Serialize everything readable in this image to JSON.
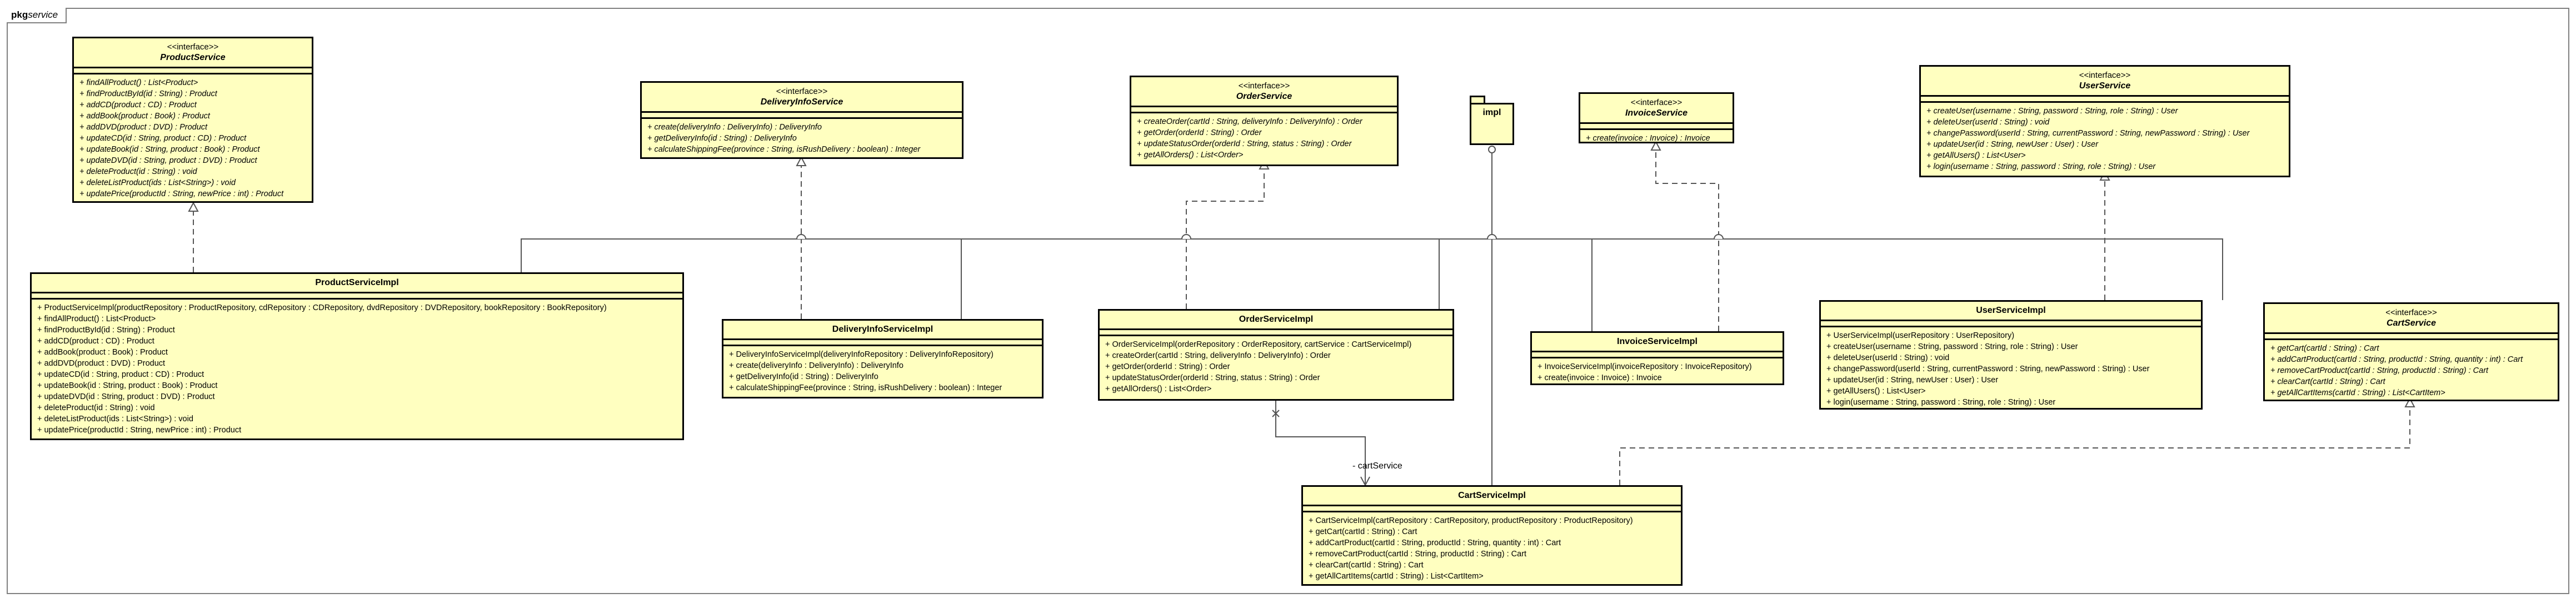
{
  "frame": {
    "keyword": "pkg",
    "name": "service"
  },
  "impl_package": {
    "label": "impl"
  },
  "interfaces": {
    "product_service": {
      "stereotype": "<<interface>>",
      "name": "ProductService",
      "operations": [
        "+ findAllProduct() : List<Product>",
        "+ findProductById(id : String) : Product",
        "+ addCD(product : CD) : Product",
        "+ addBook(product : Book) : Product",
        "+ addDVD(product : DVD) : Product",
        "+ updateCD(id : String, product : CD) : Product",
        "+ updateBook(id : String, product : Book) : Product",
        "+ updateDVD(id : String, product : DVD) : Product",
        "+ deleteProduct(id : String) : void",
        "+ deleteListProduct(ids : List<String>) : void",
        "+ updatePrice(productId : String, newPrice : int) : Product"
      ]
    },
    "delivery_info_service": {
      "stereotype": "<<interface>>",
      "name": "DeliveryInfoService",
      "operations": [
        "+ create(deliveryInfo : DeliveryInfo) : DeliveryInfo",
        "+ getDeliveryInfo(id : String) : DeliveryInfo",
        "+ calculateShippingFee(province : String, isRushDelivery : boolean) : Integer"
      ]
    },
    "order_service": {
      "stereotype": "<<interface>>",
      "name": "OrderService",
      "operations": [
        "+ createOrder(cartId : String, deliveryInfo : DeliveryInfo) : Order",
        "+ getOrder(orderId : String) : Order",
        "+ updateStatusOrder(orderId : String, status : String) : Order",
        "+ getAllOrders() : List<Order>"
      ]
    },
    "invoice_service": {
      "stereotype": "<<interface>>",
      "name": "InvoiceService",
      "operations": [
        "+ create(invoice : Invoice) : Invoice"
      ]
    },
    "user_service": {
      "stereotype": "<<interface>>",
      "name": "UserService",
      "operations": [
        "+ createUser(username : String, password : String, role : String) : User",
        "+ deleteUser(userId : String) : void",
        "+ changePassword(userId : String, currentPassword : String, newPassword : String) : User",
        "+ updateUser(id : String, newUser : User) : User",
        "+ getAllUsers() : List<User>",
        "+ login(username : String, password : String, role : String) : User"
      ]
    },
    "cart_service": {
      "stereotype": "<<interface>>",
      "name": "CartService",
      "operations": [
        "+ getCart(cartId : String) : Cart",
        "+ addCartProduct(cartId : String, productId : String, quantity : int) : Cart",
        "+ removeCartProduct(cartId : String, productId : String) : Cart",
        "+ clearCart(cartId : String) : Cart",
        "+ getAllCartItems(cartId : String) : List<CartItem>"
      ]
    }
  },
  "classes": {
    "product_service_impl": {
      "name": "ProductServiceImpl",
      "operations": [
        "+ ProductServiceImpl(productRepository : ProductRepository, cdRepository : CDRepository, dvdRepository : DVDRepository, bookRepository : BookRepository)",
        "+ findAllProduct() : List<Product>",
        "+ findProductById(id : String) : Product",
        "+ addCD(product : CD) : Product",
        "+ addBook(product : Book) : Product",
        "+ addDVD(product : DVD) : Product",
        "+ updateCD(id : String, product : CD) : Product",
        "+ updateBook(id : String, product : Book) : Product",
        "+ updateDVD(id : String, product : DVD) : Product",
        "+ deleteProduct(id : String) : void",
        "+ deleteListProduct(ids : List<String>) : void",
        "+ updatePrice(productId : String, newPrice : int) : Product"
      ]
    },
    "delivery_info_service_impl": {
      "name": "DeliveryInfoServiceImpl",
      "operations": [
        "+ DeliveryInfoServiceImpl(deliveryInfoRepository : DeliveryInfoRepository)",
        "+ create(deliveryInfo : DeliveryInfo) : DeliveryInfo",
        "+ getDeliveryInfo(id : String) : DeliveryInfo",
        "+ calculateShippingFee(province : String, isRushDelivery : boolean) : Integer"
      ]
    },
    "order_service_impl": {
      "name": "OrderServiceImpl",
      "operations": [
        "+ OrderServiceImpl(orderRepository : OrderRepository, cartService : CartServiceImpl)",
        "+ createOrder(cartId : String, deliveryInfo : DeliveryInfo) : Order",
        "+ getOrder(orderId : String) : Order",
        "+ updateStatusOrder(orderId : String, status : String) : Order",
        "+ getAllOrders() : List<Order>"
      ]
    },
    "invoice_service_impl": {
      "name": "InvoiceServiceImpl",
      "operations": [
        "+ InvoiceServiceImpl(invoiceRepository : InvoiceRepository)",
        "+ create(invoice : Invoice) : Invoice"
      ]
    },
    "user_service_impl": {
      "name": "UserServiceImpl",
      "operations": [
        "+ UserServiceImpl(userRepository : UserRepository)",
        "+ createUser(username : String, password : String, role : String) : User",
        "+ deleteUser(userId : String) : void",
        "+ changePassword(userId : String, currentPassword : String, newPassword : String) : User",
        "+ updateUser(id : String, newUser : User) : User",
        "+ getAllUsers() : List<User>",
        "+ login(username : String, password : String, role : String) : User"
      ]
    },
    "cart_service_impl": {
      "name": "CartServiceImpl",
      "operations": [
        "+ CartServiceImpl(cartRepository : CartRepository, productRepository : ProductRepository)",
        "+ getCart(cartId : String) : Cart",
        "+ addCartProduct(cartId : String, productId : String, quantity : int) : Cart",
        "+ removeCartProduct(cartId : String, productId : String) : Cart",
        "+ clearCart(cartId : String) : Cart",
        "+ getAllCartItems(cartId : String) : List<CartItem>"
      ]
    }
  },
  "associations": {
    "cart_service_role": "- cartService"
  }
}
